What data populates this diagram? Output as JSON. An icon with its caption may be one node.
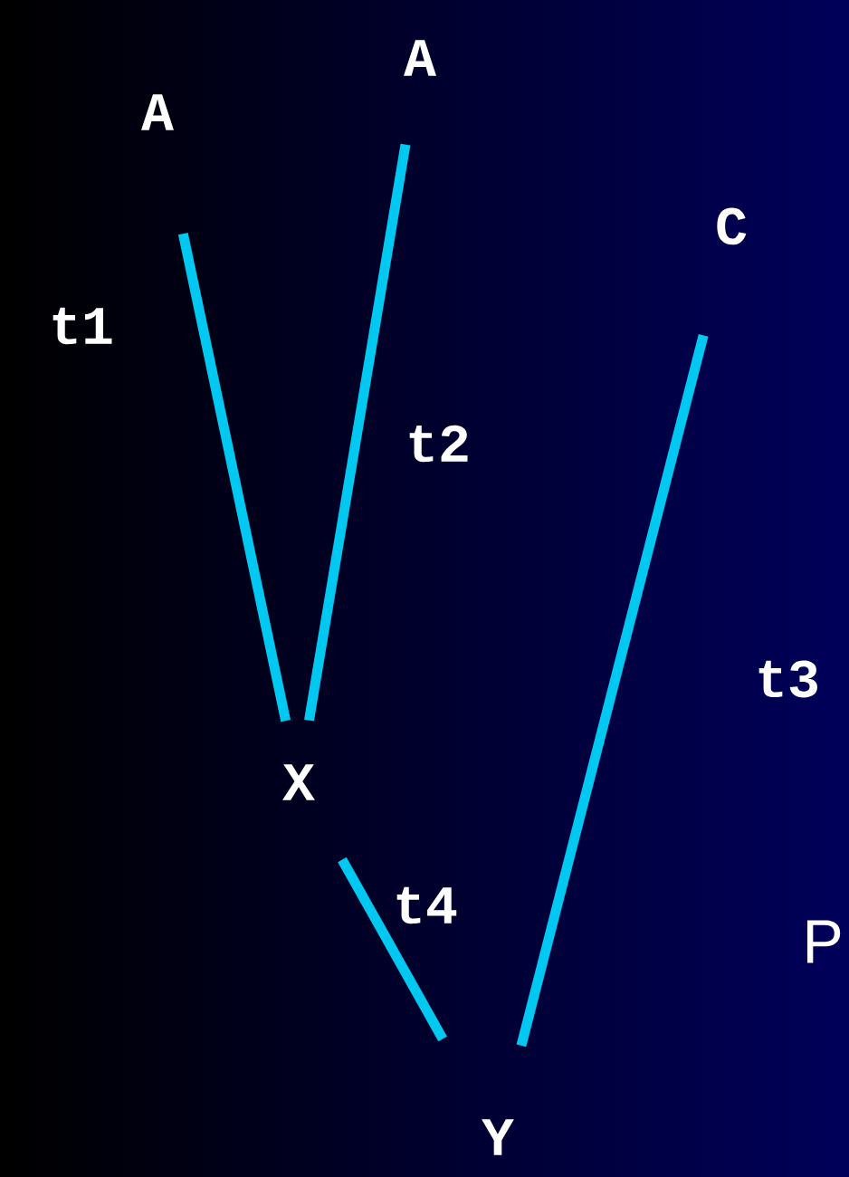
{
  "diagram": {
    "nodes": [
      {
        "text": [
          "A"
        ]
      },
      {
        "text": [
          "A"
        ]
      },
      {
        "text": [
          "C"
        ]
      },
      {
        "text": [
          "X"
        ]
      },
      {
        "text": [
          "Y"
        ]
      }
    ],
    "edges": [
      {
        "from": 1,
        "to": 3,
        "arrow": "none",
        "label": "t1"
      },
      {
        "from": 0,
        "to": 3,
        "arrow": "none",
        "label": "t2"
      },
      {
        "from": 2,
        "to": 4,
        "arrow": "none",
        "label": "t3"
      },
      {
        "from": 3,
        "to": 4,
        "arrow": "none",
        "label": "t4"
      }
    ],
    "labels": [
      "P"
    ]
  }
}
